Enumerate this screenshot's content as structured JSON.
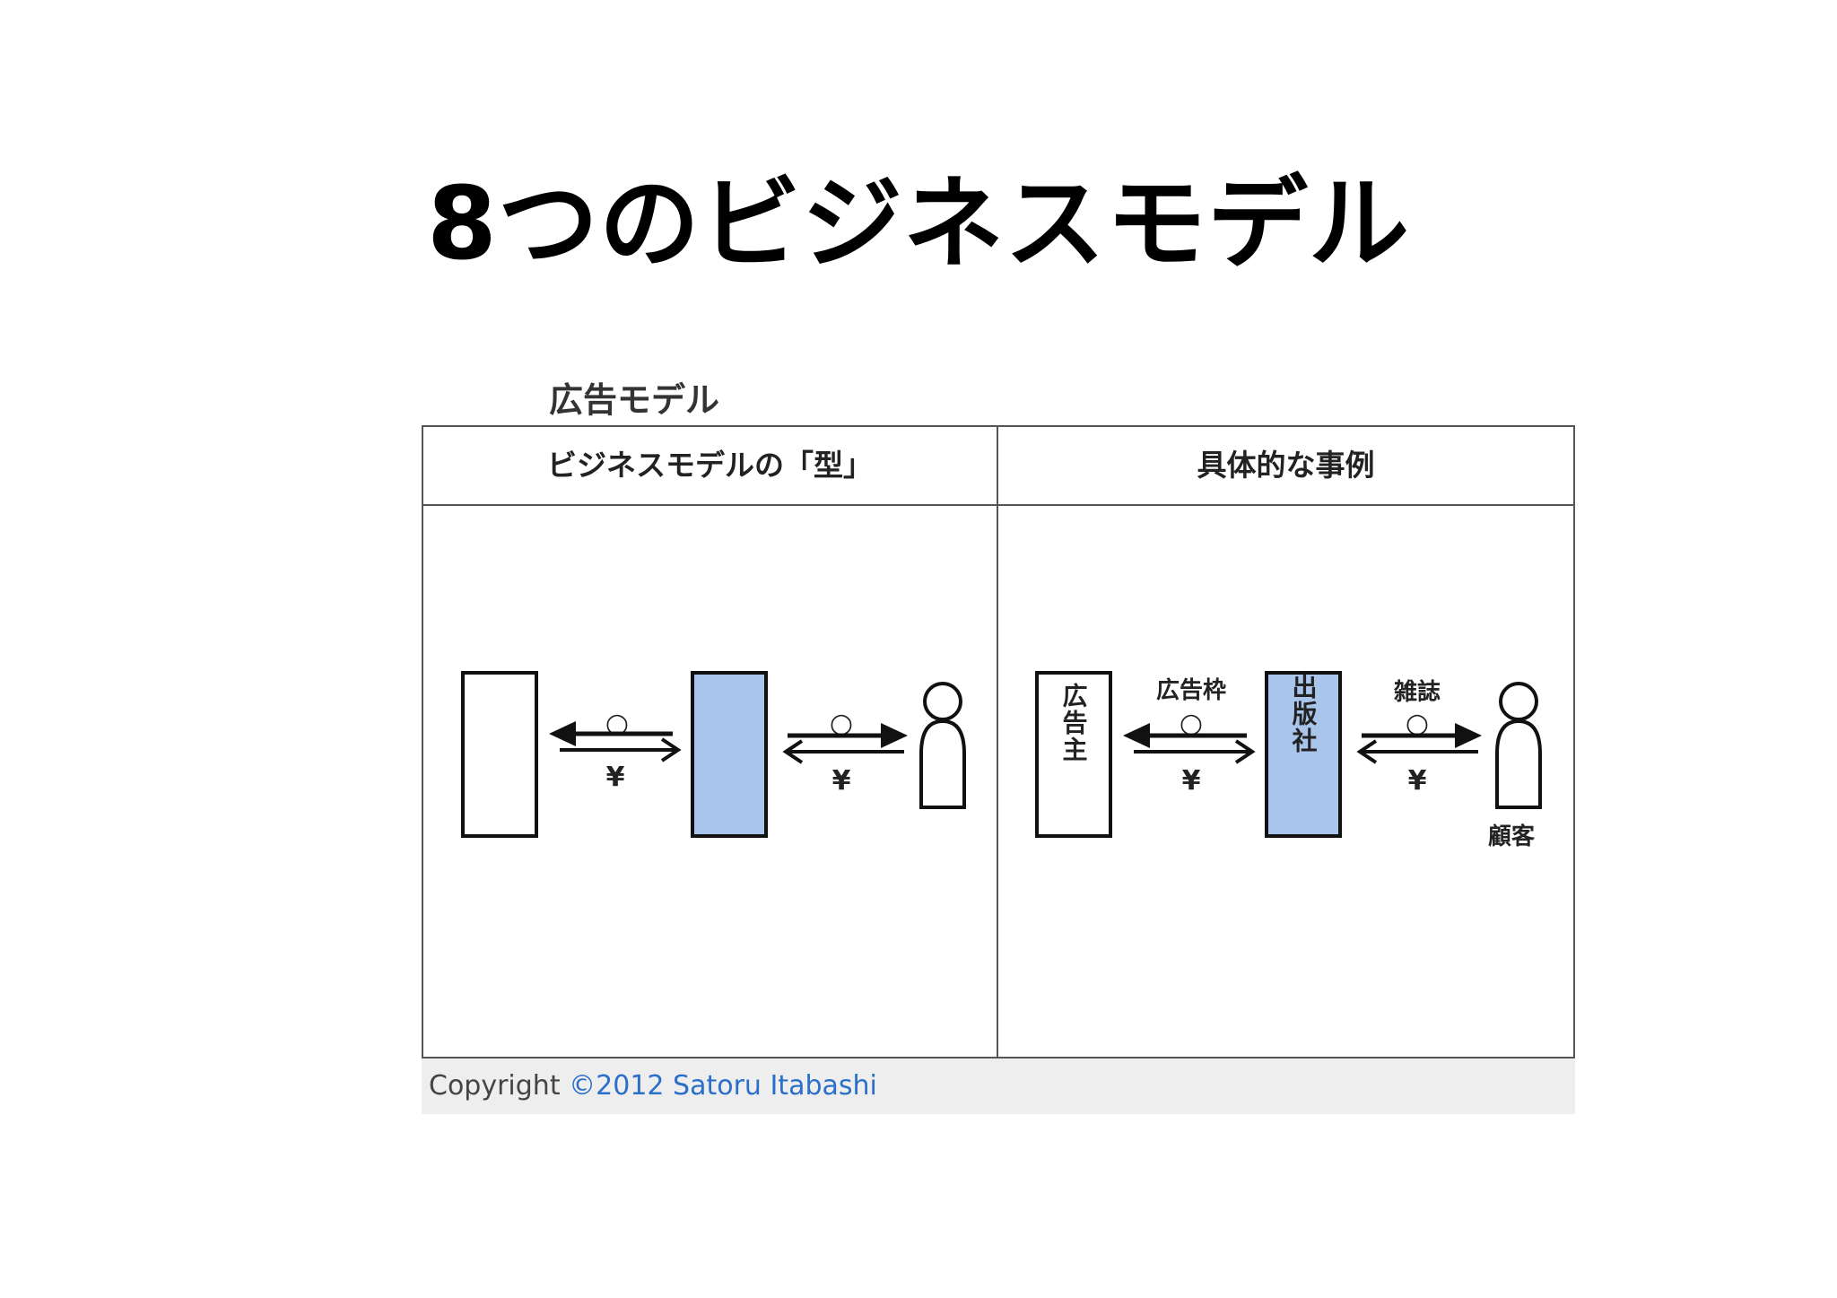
{
  "slide": {
    "title": "8つのビジネスモデル"
  },
  "figure": {
    "title": "広告モデル",
    "left_header": "ビジネスモデルの「型」",
    "right_header": "具体的な事例",
    "symbols": {
      "circle": "○",
      "yen": "¥"
    },
    "example": {
      "advertiser": "広告主",
      "publisher": "出版社",
      "ad_space": "広告枠",
      "magazine": "雑誌",
      "customer": "顧客"
    },
    "colors": {
      "highlight_box": "#a9c5ec",
      "line": "#111111"
    }
  },
  "footer": {
    "copyright_label": "Copyright",
    "copyright_owner": "©2012 Satoru Itabashi"
  }
}
